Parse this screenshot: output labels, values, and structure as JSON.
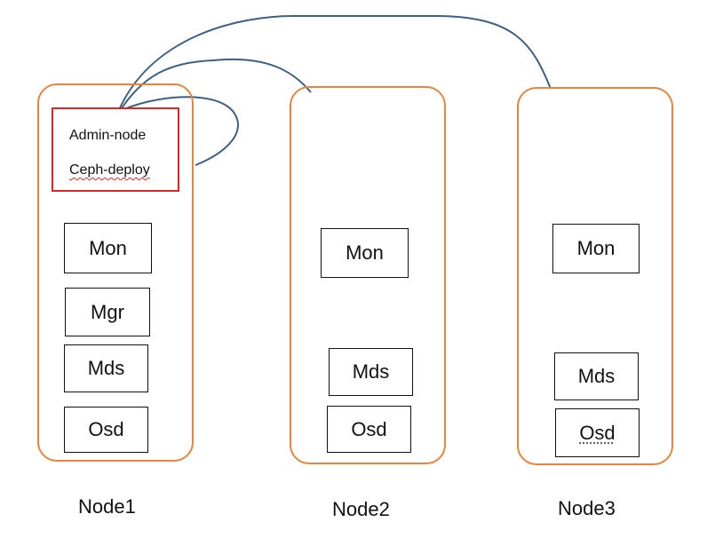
{
  "admin": {
    "line1": "Admin-node",
    "line2": "Ceph-deploy"
  },
  "nodes": [
    {
      "label": "Node1",
      "services": [
        "Mon",
        "Mgr",
        "Mds",
        "Osd"
      ]
    },
    {
      "label": "Node2",
      "services": [
        "Mon",
        "Mds",
        "Osd"
      ]
    },
    {
      "label": "Node3",
      "services": [
        "Mon",
        "Mds",
        "Osd"
      ]
    }
  ],
  "colors": {
    "node_border": "#e8843c",
    "admin_border": "#d42a2a",
    "link": "#3b6086"
  }
}
